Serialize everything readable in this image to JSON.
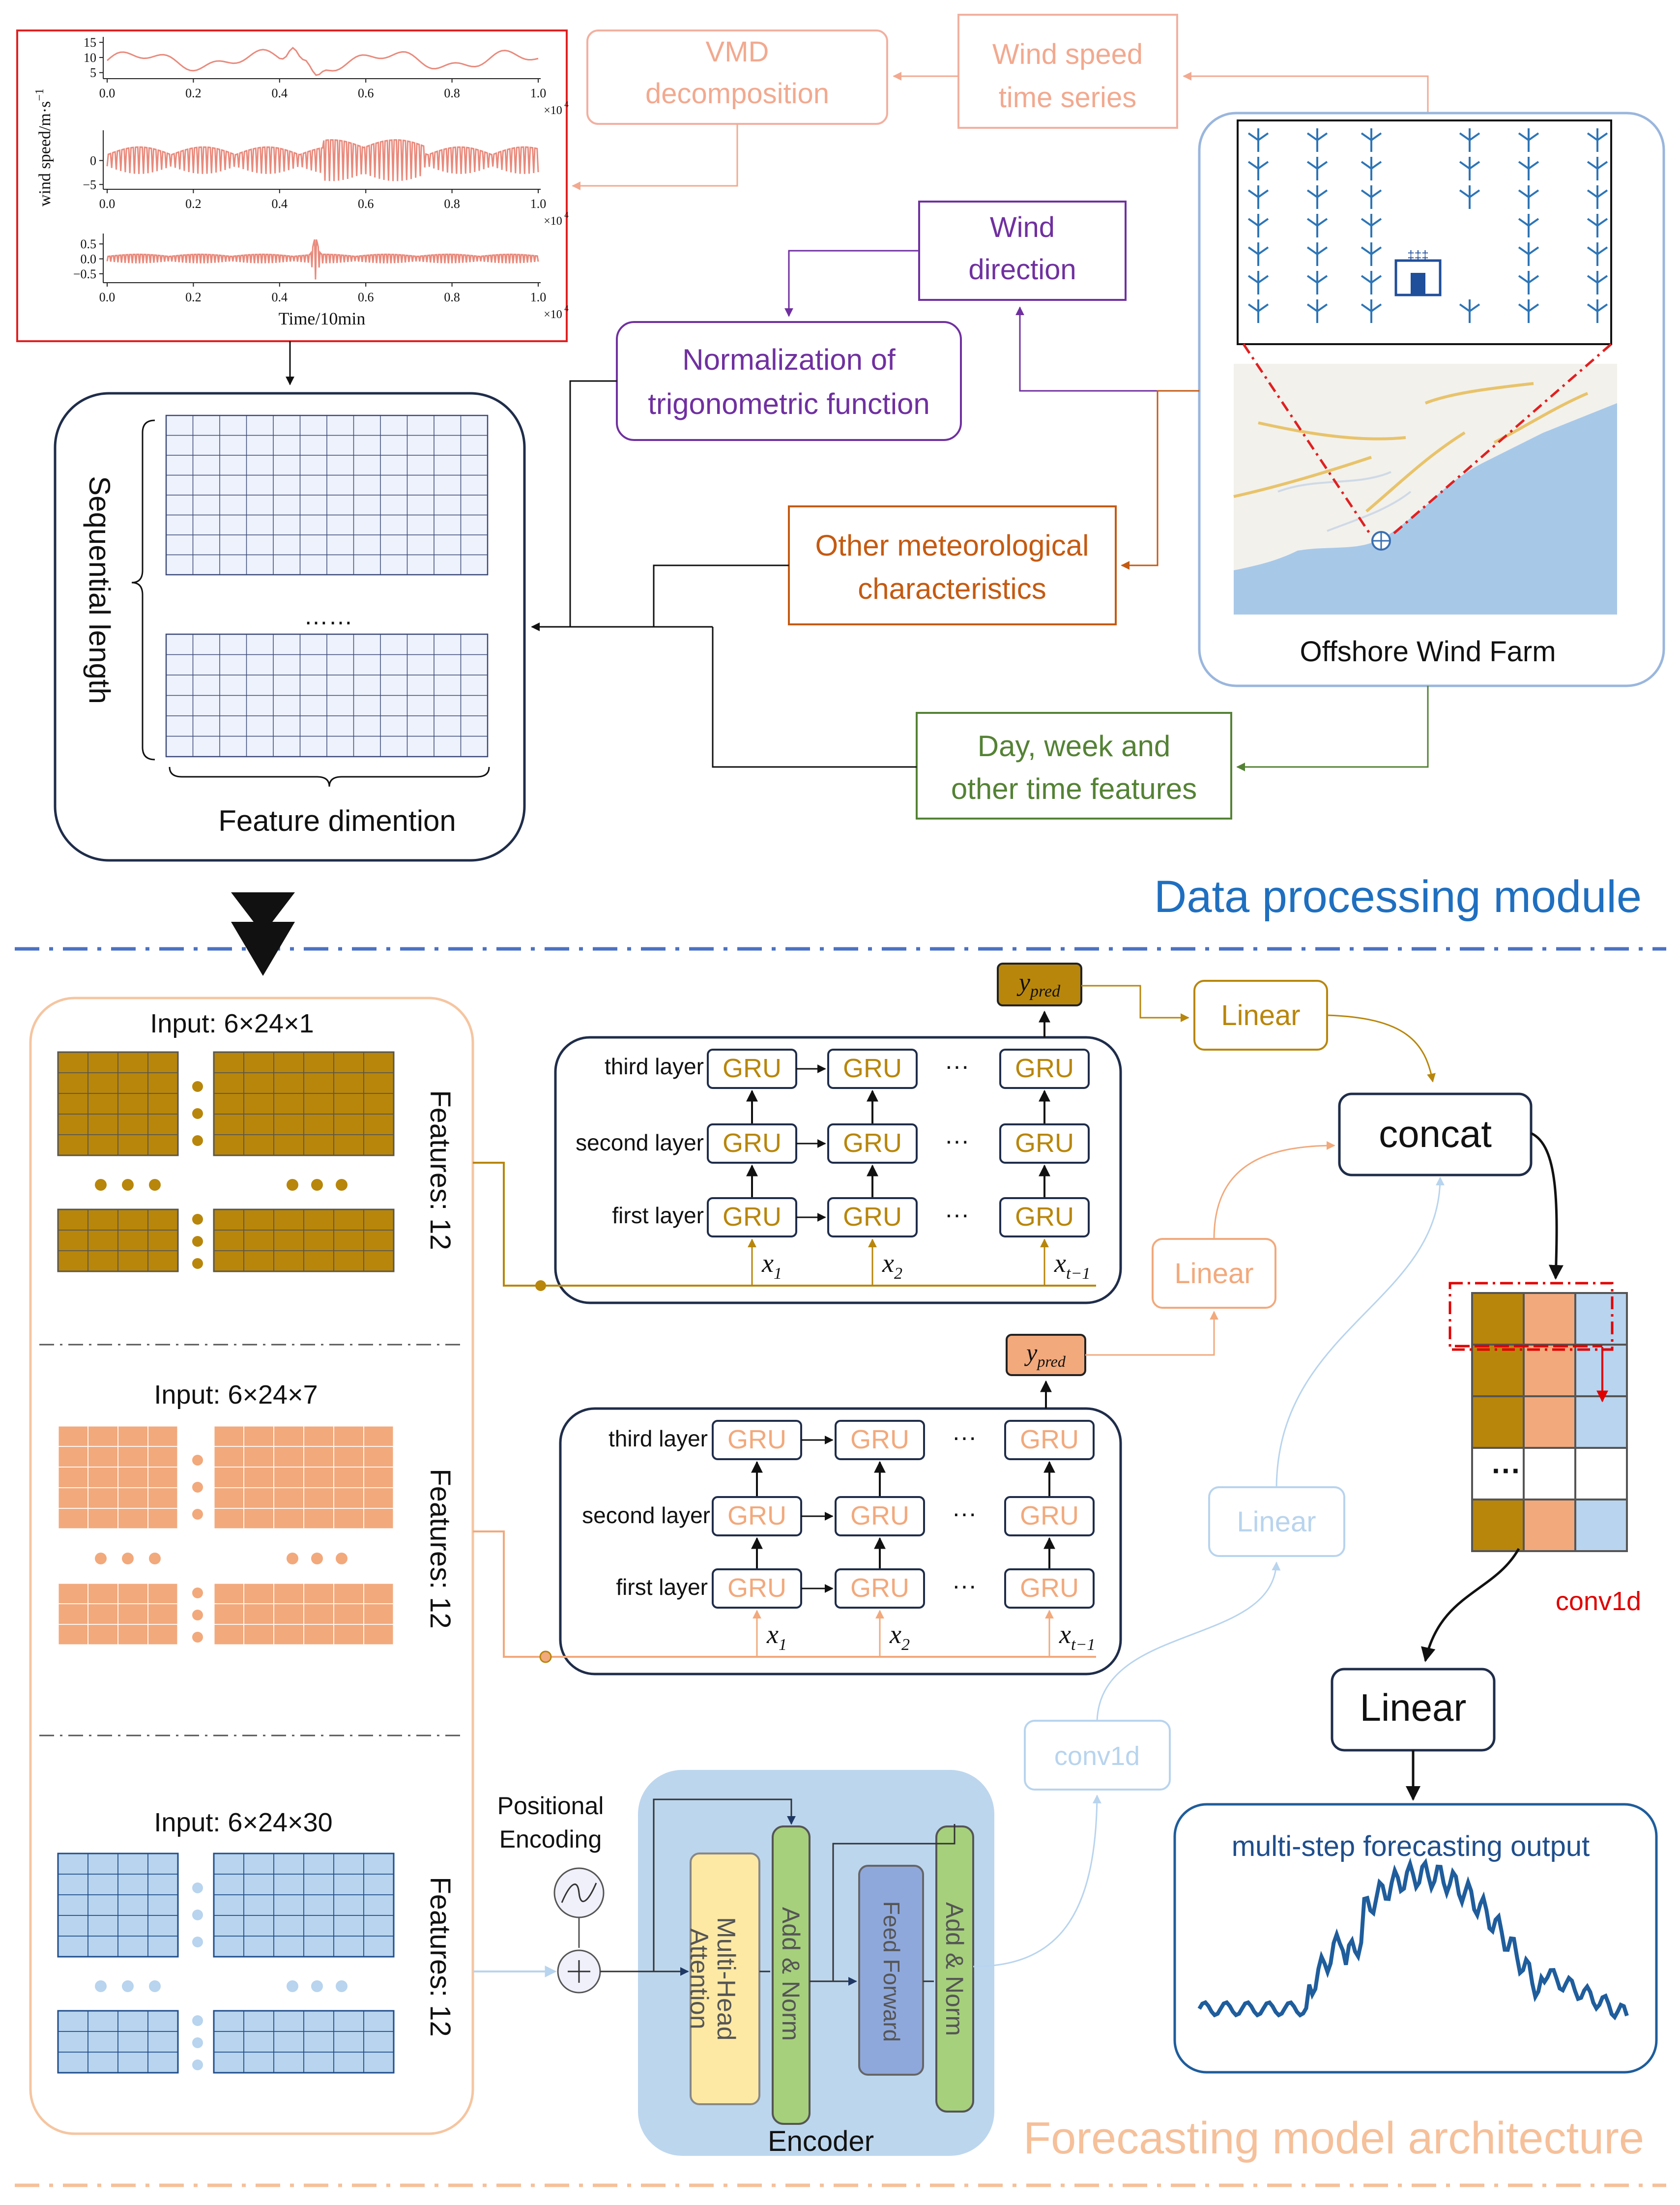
{
  "vmd_chart": {
    "y_axis_label": "wind speed/m·s",
    "y_axis_exponent": "−1",
    "x_axis_label": "Time/10min",
    "x_ticks": [
      "0.0",
      "0.2",
      "0.4",
      "0.6",
      "0.8",
      "1.0"
    ],
    "x_multiplier": "×10",
    "x_multiplier_exp": "4",
    "panels": [
      {
        "y_ticks": [
          "15",
          "10",
          "5"
        ],
        "y_range": [
          3,
          16
        ]
      },
      {
        "y_ticks": [
          "0",
          "−5"
        ],
        "y_range": [
          -6,
          6
        ]
      },
      {
        "y_ticks": [
          "0.5",
          "0.0",
          "−0.5"
        ],
        "y_range": [
          -0.8,
          0.8
        ]
      }
    ]
  },
  "data_module": {
    "vmd_line1": "VMD",
    "vmd_line2": "decomposition",
    "wind_speed_line1": "Wind speed",
    "wind_speed_line2": "time series",
    "wind_direction_line1": "Wind",
    "wind_direction_line2": "direction",
    "normalization_line1": "Normalization of",
    "normalization_line2": "trigonometric function",
    "other_met_line1": "Other meteorological",
    "other_met_line2": "characteristics",
    "time_features_line1": "Day, week and",
    "time_features_line2": "other time features",
    "sequential_length": "Sequential length",
    "feature_dimension": "Feature dimention",
    "ellipsis": "……",
    "wind_farm_label": "Offshore Wind Farm",
    "module_title": "Data processing module"
  },
  "model_module": {
    "input1": "Input: 6×24×1",
    "input2": "Input: 6×24×7",
    "input3": "Input: 6×24×30",
    "features_label": "Features: 12",
    "third_layer": "third layer",
    "second_layer": "second layer",
    "first_layer": "first layer",
    "gru": "GRU",
    "dots": "···",
    "x1": "x",
    "x1_sub": "1",
    "x2": "x",
    "x2_sub": "2",
    "xt": "x",
    "xt_sub": "t−1",
    "y_pred": "y",
    "y_pred_sub": "pred",
    "linear": "Linear",
    "concat": "concat",
    "conv1d": "conv1d",
    "positional_encoding_line1": "Positional",
    "positional_encoding_line2": "Encoding",
    "multi_head_line1": "Multi-Head",
    "multi_head_line2": "Attention",
    "add_norm": "Add & Norm",
    "feed_forward": "Feed Forward",
    "encoder": "Encoder",
    "output_title": "multi-step forecasting output",
    "module_title": "Forecasting model architecture"
  },
  "colors": {
    "gold": "#b8860b",
    "salmon": "#f2a97c",
    "lightblue": "#b8d4ee",
    "purple": "#7030a0",
    "orange": "#c55a11",
    "green": "#548235",
    "blue_title": "#1f6fc0",
    "red": "#e00000",
    "navy": "#1f3864"
  }
}
